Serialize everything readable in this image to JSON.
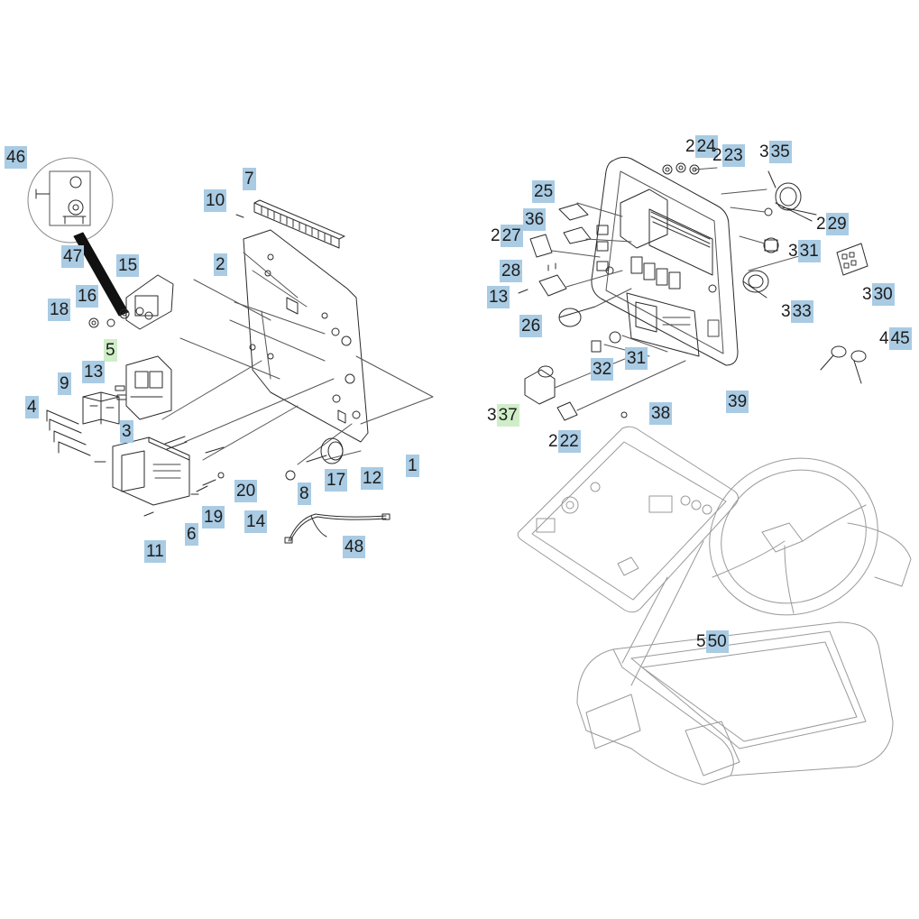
{
  "diagram": {
    "callouts": [
      {
        "id": "c46",
        "text": "46",
        "hl": false,
        "pre": ""
      },
      {
        "id": "c47",
        "text": "47",
        "hl": false,
        "pre": ""
      },
      {
        "id": "c7",
        "text": "7",
        "hl": false,
        "pre": ""
      },
      {
        "id": "c10",
        "text": "10",
        "hl": false,
        "pre": ""
      },
      {
        "id": "c2",
        "text": "2",
        "hl": false,
        "pre": ""
      },
      {
        "id": "c15",
        "text": "15",
        "hl": false,
        "pre": ""
      },
      {
        "id": "c16",
        "text": "16",
        "hl": false,
        "pre": ""
      },
      {
        "id": "c18",
        "text": "18",
        "hl": false,
        "pre": ""
      },
      {
        "id": "c5",
        "text": "5",
        "hl": true,
        "pre": ""
      },
      {
        "id": "c13a",
        "text": "13",
        "hl": false,
        "pre": ""
      },
      {
        "id": "c9",
        "text": "9",
        "hl": false,
        "pre": ""
      },
      {
        "id": "c4",
        "text": "4",
        "hl": false,
        "pre": ""
      },
      {
        "id": "c3",
        "text": "3",
        "hl": false,
        "pre": ""
      },
      {
        "id": "c1",
        "text": "1",
        "hl": false,
        "pre": ""
      },
      {
        "id": "c17",
        "text": "17",
        "hl": false,
        "pre": ""
      },
      {
        "id": "c12",
        "text": "12",
        "hl": false,
        "pre": ""
      },
      {
        "id": "c8",
        "text": "8",
        "hl": false,
        "pre": ""
      },
      {
        "id": "c20",
        "text": "20",
        "hl": false,
        "pre": ""
      },
      {
        "id": "c19",
        "text": "19",
        "hl": false,
        "pre": ""
      },
      {
        "id": "c14",
        "text": "14",
        "hl": false,
        "pre": ""
      },
      {
        "id": "c6",
        "text": "6",
        "hl": false,
        "pre": ""
      },
      {
        "id": "c11",
        "text": "11",
        "hl": false,
        "pre": ""
      },
      {
        "id": "c48",
        "text": "48",
        "hl": false,
        "pre": ""
      },
      {
        "id": "c224",
        "text": "24",
        "hl": false,
        "pre": "2"
      },
      {
        "id": "c223",
        "text": "23",
        "hl": false,
        "pre": "2"
      },
      {
        "id": "c335",
        "text": "35",
        "hl": false,
        "pre": "3"
      },
      {
        "id": "c25",
        "text": "25",
        "hl": false,
        "pre": ""
      },
      {
        "id": "c36",
        "text": "36",
        "hl": false,
        "pre": ""
      },
      {
        "id": "c27",
        "text": "27",
        "hl": false,
        "pre": "2"
      },
      {
        "id": "c229",
        "text": "29",
        "hl": false,
        "pre": "2"
      },
      {
        "id": "c331a",
        "text": "31",
        "hl": false,
        "pre": "3"
      },
      {
        "id": "c28",
        "text": "28",
        "hl": false,
        "pre": ""
      },
      {
        "id": "c13b",
        "text": "13",
        "hl": false,
        "pre": ""
      },
      {
        "id": "c330",
        "text": "30",
        "hl": false,
        "pre": "3"
      },
      {
        "id": "c333",
        "text": "33",
        "hl": false,
        "pre": "3"
      },
      {
        "id": "c26",
        "text": "26",
        "hl": false,
        "pre": ""
      },
      {
        "id": "c445",
        "text": "45",
        "hl": false,
        "pre": "4"
      },
      {
        "id": "c32",
        "text": "32",
        "hl": false,
        "pre": ""
      },
      {
        "id": "c31b",
        "text": "31",
        "hl": false,
        "pre": ""
      },
      {
        "id": "c39",
        "text": "39",
        "hl": false,
        "pre": ""
      },
      {
        "id": "c37",
        "text": "37",
        "hl": true,
        "pre": "3"
      },
      {
        "id": "c38",
        "text": "38",
        "hl": false,
        "pre": ""
      },
      {
        "id": "c22",
        "text": "22",
        "hl": false,
        "pre": "2"
      },
      {
        "id": "c50",
        "text": "50",
        "hl": false,
        "pre": "5"
      }
    ]
  }
}
